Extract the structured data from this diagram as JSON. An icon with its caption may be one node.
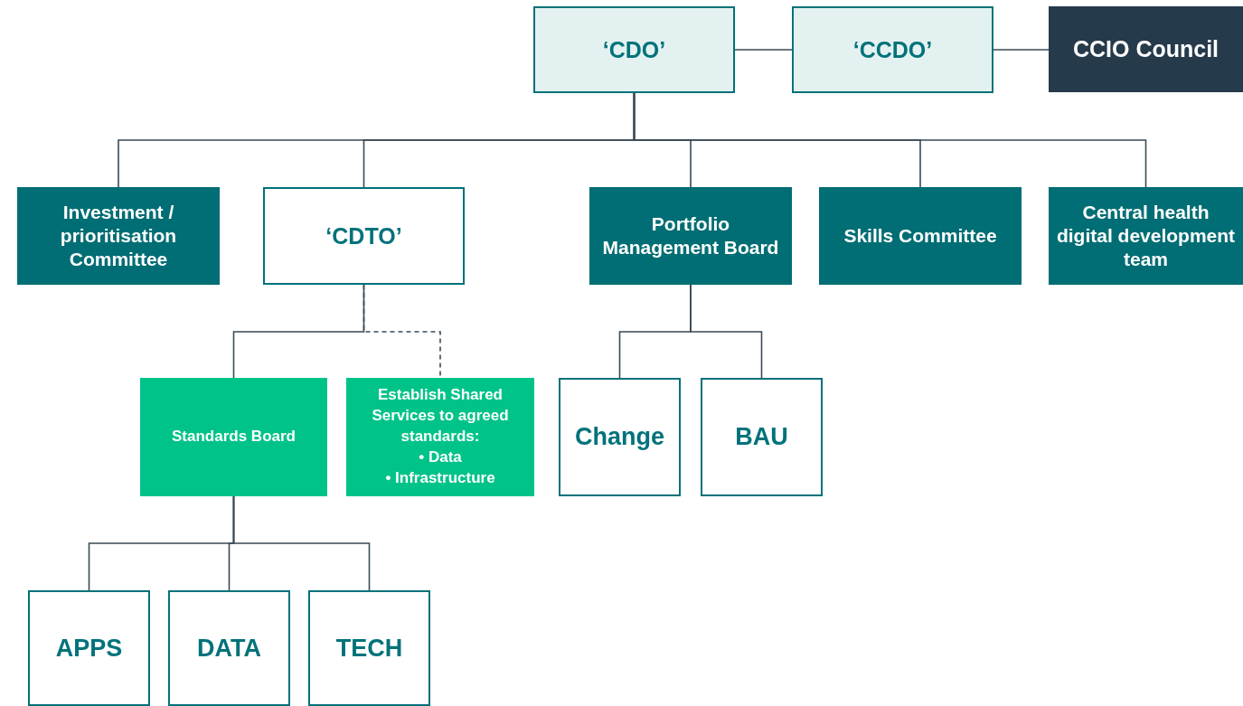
{
  "diagram": {
    "nodes": [
      {
        "text": [
          "‘CDO’"
        ]
      },
      {
        "text": [
          "‘CCDO’"
        ]
      },
      {
        "text": [
          "CCIO Council"
        ]
      },
      {
        "text": [
          "Investment / prioritisation Committee"
        ]
      },
      {
        "text": [
          "‘CDTO’"
        ]
      },
      {
        "text": [
          "Portfolio Management Board"
        ]
      },
      {
        "text": [
          "Skills Committee"
        ]
      },
      {
        "text": [
          "Central health digital development team"
        ]
      },
      {
        "text": [
          "Standards Board"
        ]
      },
      {
        "text": [
          "Establish Shared Services to agreed standards:",
          "• Data",
          "• Infrastructure"
        ]
      },
      {
        "text": [
          "Change"
        ]
      },
      {
        "text": [
          "BAU"
        ]
      },
      {
        "text": [
          "APPS"
        ]
      },
      {
        "text": [
          "DATA"
        ]
      },
      {
        "text": [
          "TECH"
        ]
      }
    ],
    "edges": [
      {
        "from": 0,
        "to": 1,
        "arrow": "none"
      },
      {
        "from": 1,
        "to": 2,
        "arrow": "none"
      },
      {
        "from": 0,
        "to": 3,
        "arrow": "none"
      },
      {
        "from": 0,
        "to": 4,
        "arrow": "none"
      },
      {
        "from": 0,
        "to": 5,
        "arrow": "none"
      },
      {
        "from": 0,
        "to": 6,
        "arrow": "none"
      },
      {
        "from": 0,
        "to": 7,
        "arrow": "none"
      },
      {
        "from": 4,
        "to": 8,
        "arrow": "none"
      },
      {
        "from": 4,
        "to": 9,
        "arrow": "none",
        "style": "dashed"
      },
      {
        "from": 5,
        "to": 10,
        "arrow": "none"
      },
      {
        "from": 5,
        "to": 11,
        "arrow": "none"
      },
      {
        "from": 8,
        "to": 12,
        "arrow": "none"
      },
      {
        "from": 8,
        "to": 13,
        "arrow": "none"
      },
      {
        "from": 8,
        "to": 14,
        "arrow": "none"
      }
    ]
  }
}
